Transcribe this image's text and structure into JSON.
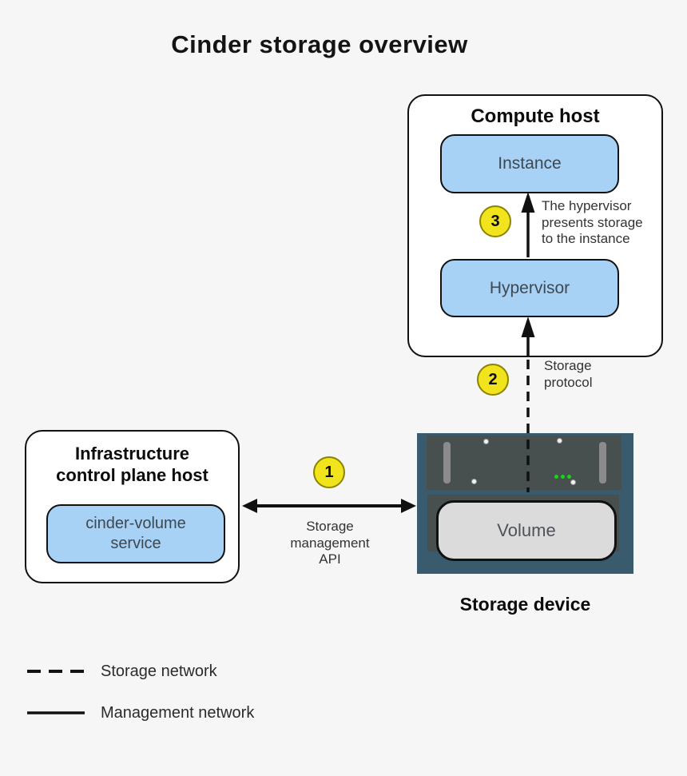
{
  "title": "Cinder storage overview",
  "compute_host": {
    "label": "Compute host",
    "instance_label": "Instance",
    "hypervisor_label": "Hypervisor"
  },
  "infrastructure_host": {
    "label": "Infrastructure\ncontrol plane host",
    "service_label": "cinder-volume\nservice"
  },
  "storage_device": {
    "label": "Storage device",
    "volume_label": "Volume"
  },
  "steps": {
    "step1": {
      "number": "1",
      "label": "Storage\nmanagement\nAPI"
    },
    "step2": {
      "number": "2",
      "label": "Storage\nprotocol"
    },
    "step3": {
      "number": "3",
      "label": "The hypervisor\npresents storage\nto the instance"
    }
  },
  "legend": {
    "storage_network_label": "Storage network",
    "management_network_label": "Management network"
  },
  "colors": {
    "node_blue": "#a8d2f5",
    "badge_yellow": "#f2e41c",
    "badge_border": "#8a8400",
    "storage_device_frame": "#3a5a6e",
    "storage_device_panel": "#474f4f",
    "volume_gray": "#dbdbdb",
    "led_green": "#1fd11f",
    "line_black": "#111111",
    "background": "#f6f6f7"
  }
}
